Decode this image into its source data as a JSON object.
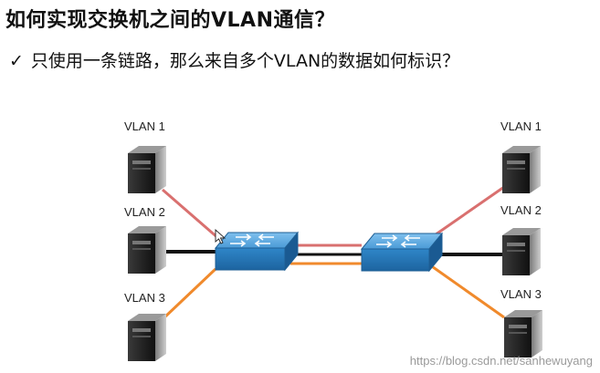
{
  "heading": {
    "title": "如何实现交换机之间的VLAN通信？",
    "question": "只使用一条链路，那么来自多个VLAN的数据如何标识？",
    "check_icon": "✓"
  },
  "diagram": {
    "left_hosts": [
      {
        "label": "VLAN 1",
        "link_color": "#d9706f"
      },
      {
        "label": "VLAN 2",
        "link_color": "#111111"
      },
      {
        "label": "VLAN 3",
        "link_color": "#f08a2c"
      }
    ],
    "right_hosts": [
      {
        "label": "VLAN 1",
        "link_color": "#d9706f"
      },
      {
        "label": "VLAN 2",
        "link_color": "#111111"
      },
      {
        "label": "VLAN 3",
        "link_color": "#f08a2c"
      }
    ],
    "switch_color": "#3a8ed0",
    "trunk_colors": [
      "#d9706f",
      "#111111",
      "#f08a2c"
    ]
  },
  "watermark": "https://blog.csdn.net/sanhewuyang"
}
